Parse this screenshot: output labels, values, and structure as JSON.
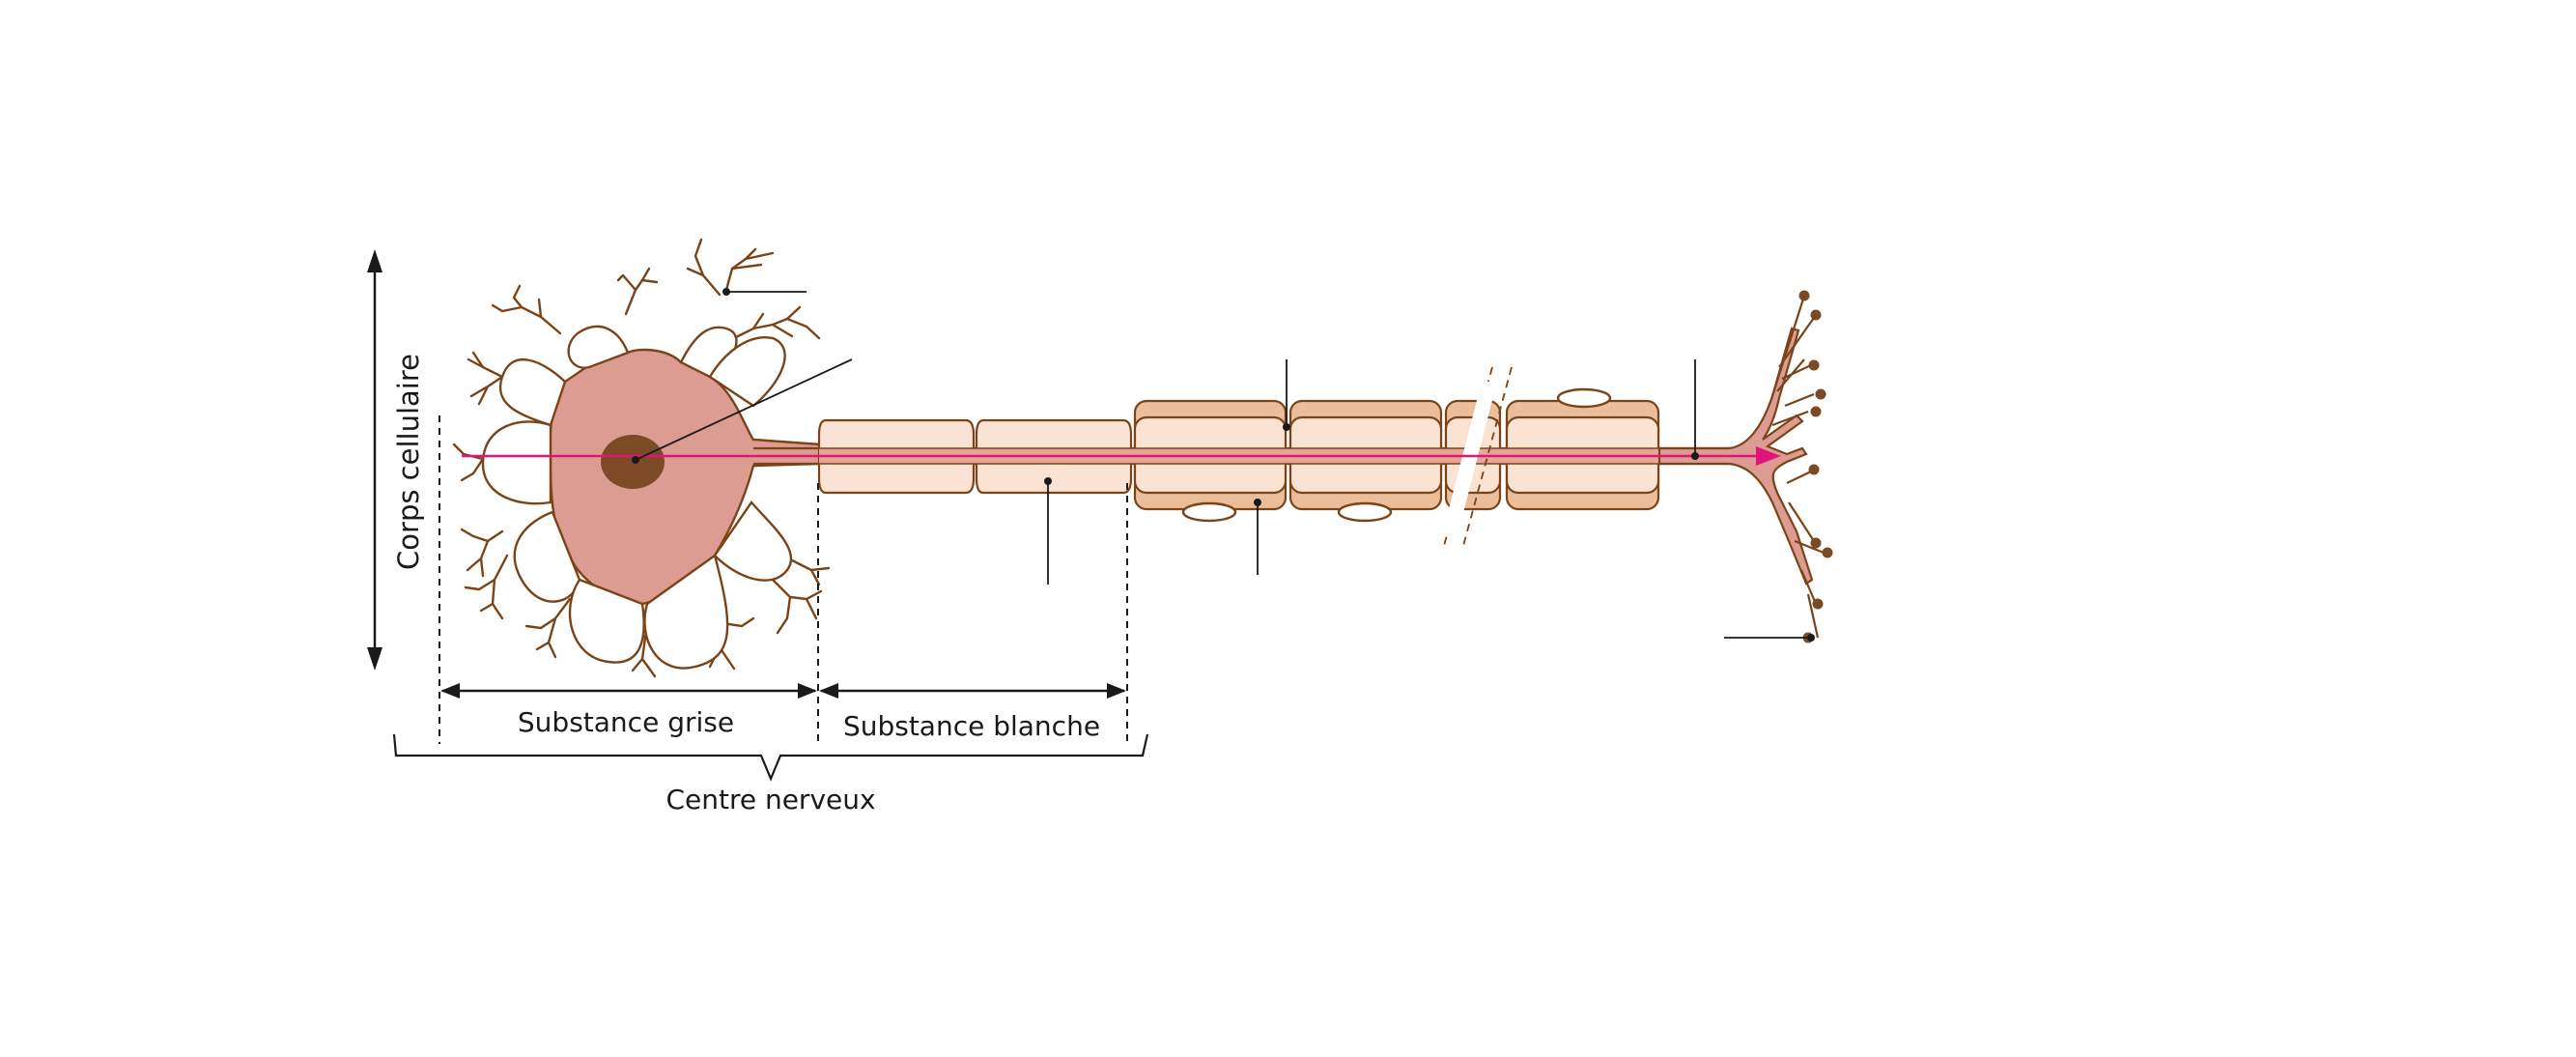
{
  "labels": {
    "corps_cellulaire": "Corps cellulaire",
    "substance_grise": "Substance grise",
    "substance_blanche": "Substance blanche",
    "centre_nerveux": "Centre nerveux"
  },
  "colors": {
    "outline": "#7a4418",
    "soma": "#dc9c92",
    "nucleus": "#7c4a24",
    "myelin_light": "#fae3d3",
    "myelin_dark": "#ebbe9b",
    "axon": "#d99684",
    "arrow": "#e0147a",
    "bouton": "#7c4a24",
    "line": "#1a1a1a"
  }
}
